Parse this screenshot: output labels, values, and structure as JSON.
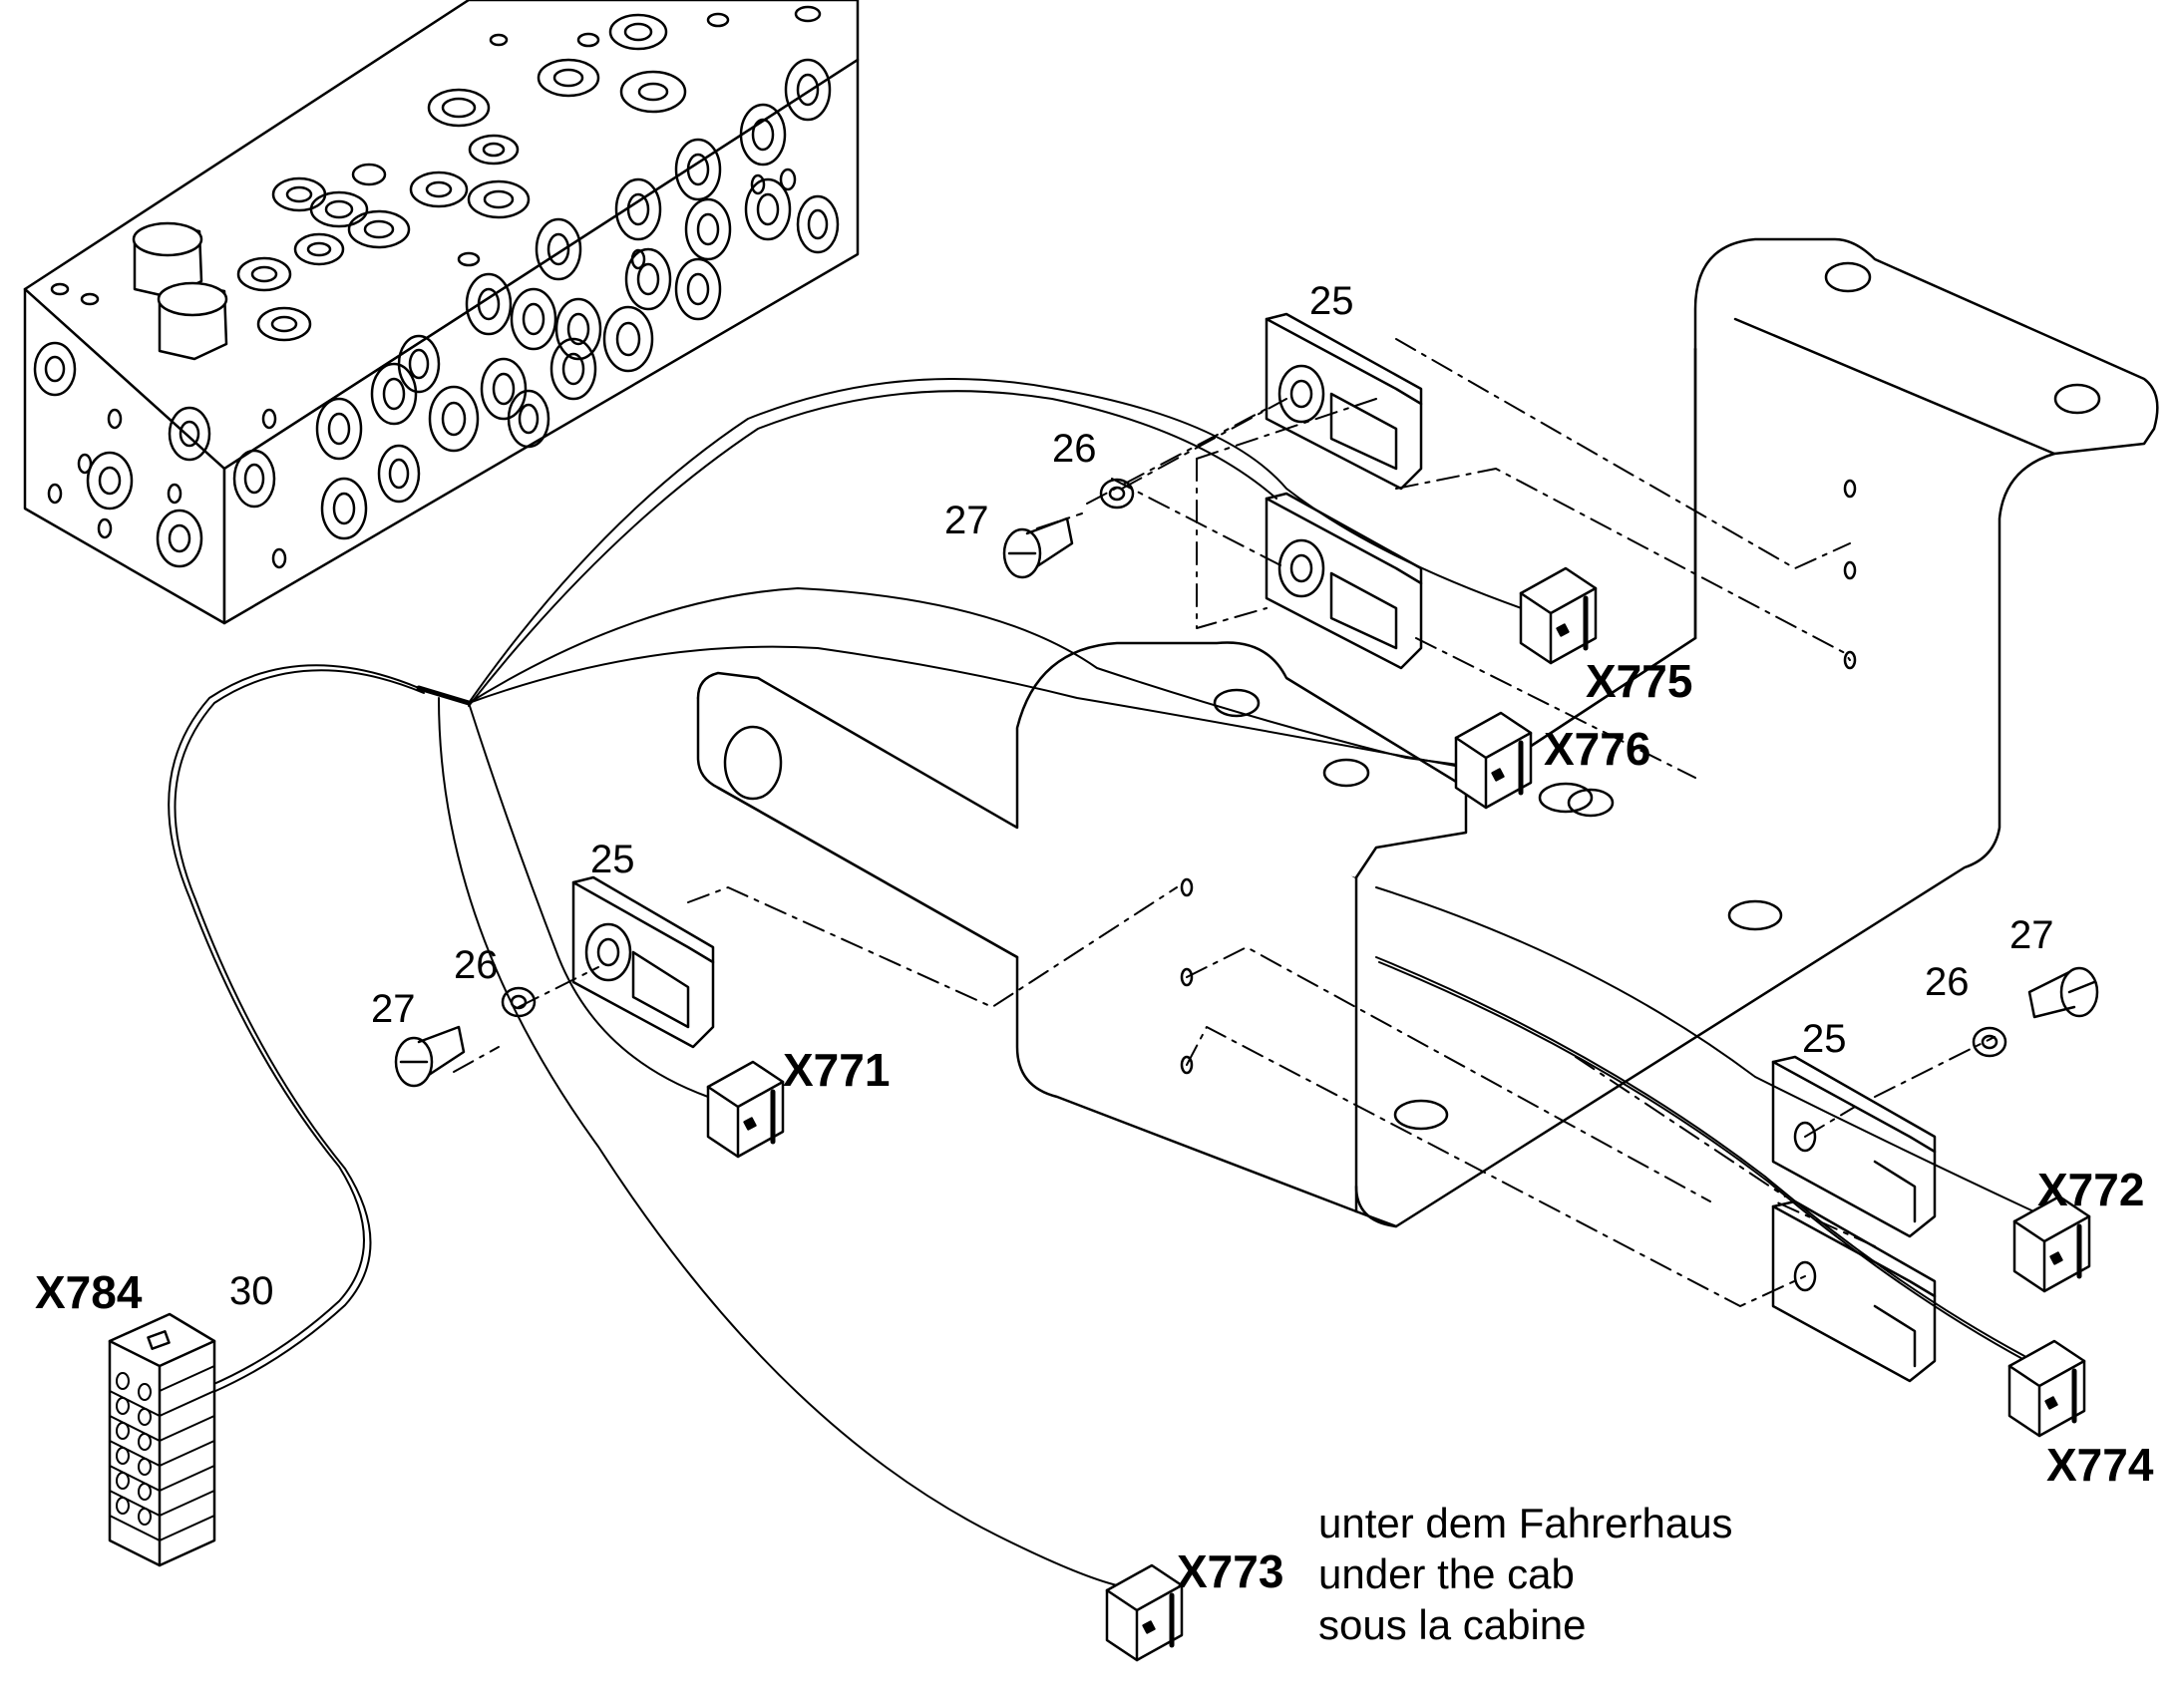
{
  "callouts": {
    "c25_top": "25",
    "c26_top": "26",
    "c27_top": "27",
    "c25_mid": "25",
    "c26_mid": "26",
    "c27_mid": "27",
    "c25_right": "25",
    "c26_right": "26",
    "c27_right": "27",
    "c30": "30"
  },
  "connectors": {
    "x775": "X775",
    "x776": "X776",
    "x771": "X771",
    "x772": "X772",
    "x774": "X774",
    "x773": "X773",
    "x784": "X784"
  },
  "note": {
    "de": "unter dem Fahrerhaus",
    "en": "under the cab",
    "fr": "sous la cabine"
  }
}
